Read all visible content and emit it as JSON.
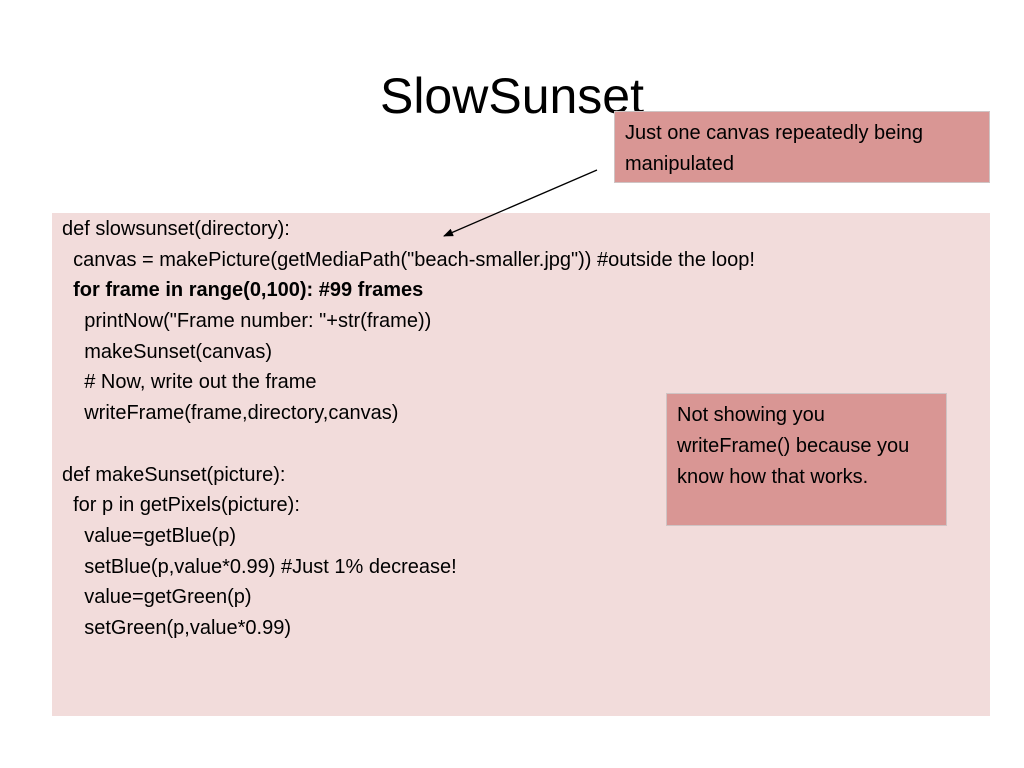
{
  "slide": {
    "title": "SlowSunset"
  },
  "code": {
    "lines": [
      {
        "text": "def slowsunset(directory):",
        "bold": false
      },
      {
        "text": "  canvas = makePicture(getMediaPath(\"beach-smaller.jpg\")) #outside the loop!",
        "bold": false
      },
      {
        "text": "  for frame in range(0,100): #99 frames",
        "bold": true
      },
      {
        "text": "    printNow(\"Frame number: \"+str(frame))",
        "bold": false
      },
      {
        "text": "    makeSunset(canvas)",
        "bold": false
      },
      {
        "text": "    # Now, write out the frame",
        "bold": false
      },
      {
        "text": "    writeFrame(frame,directory,canvas)",
        "bold": false
      },
      {
        "text": "",
        "bold": false
      },
      {
        "text": "def makeSunset(picture):",
        "bold": false
      },
      {
        "text": "  for p in getPixels(picture):",
        "bold": false
      },
      {
        "text": "    value=getBlue(p)",
        "bold": false
      },
      {
        "text": "    setBlue(p,value*0.99) #Just 1% decrease!",
        "bold": false
      },
      {
        "text": "    value=getGreen(p)",
        "bold": false
      },
      {
        "text": "    setGreen(p,value*0.99)",
        "bold": false
      }
    ]
  },
  "callouts": {
    "canvas_note": "Just one canvas repeatedly being manipulated",
    "writeframe_note": "Not showing you writeFrame() because you know how that works."
  },
  "colors": {
    "code_background": "#f2dcdb",
    "callout_fill": "#d99694",
    "text": "#000000"
  }
}
